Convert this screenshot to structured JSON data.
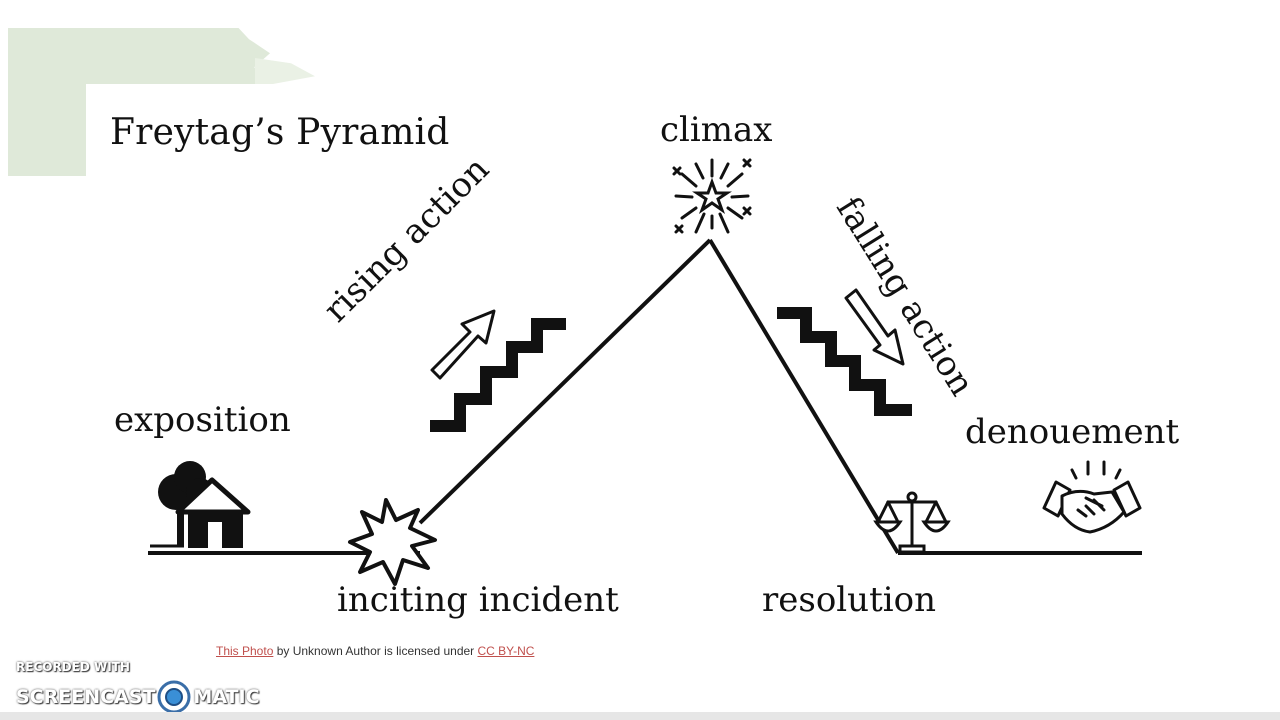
{
  "slide": {
    "title": "Freytag’s Pyramid",
    "labels": {
      "climax": "climax",
      "exposition": "exposition",
      "rising_action": "rising action",
      "falling_action": "falling action",
      "denouement": "denouement",
      "inciting_incident": "inciting incident",
      "resolution": "resolution"
    },
    "icons": {
      "exposition": "house-tree-icon",
      "inciting_incident": "burst-icon",
      "rising_action": "stairs-up-arrow-icon",
      "climax": "fireworks-star-icon",
      "falling_action": "stairs-down-arrow-icon",
      "resolution": "scales-icon",
      "denouement": "handshake-icon"
    }
  },
  "attribution": {
    "photo_link": "This Photo",
    "middle_text": " by Unknown Author is licensed under ",
    "license_link": "CC BY-NC"
  },
  "watermark": {
    "recorded_with": "RECORDED WITH",
    "brand_left": "SCREENCAST",
    "brand_right": "MATIC"
  },
  "colors": {
    "accent_green": "#dfe9d9",
    "link": "#c0504d",
    "line": "#111111"
  }
}
